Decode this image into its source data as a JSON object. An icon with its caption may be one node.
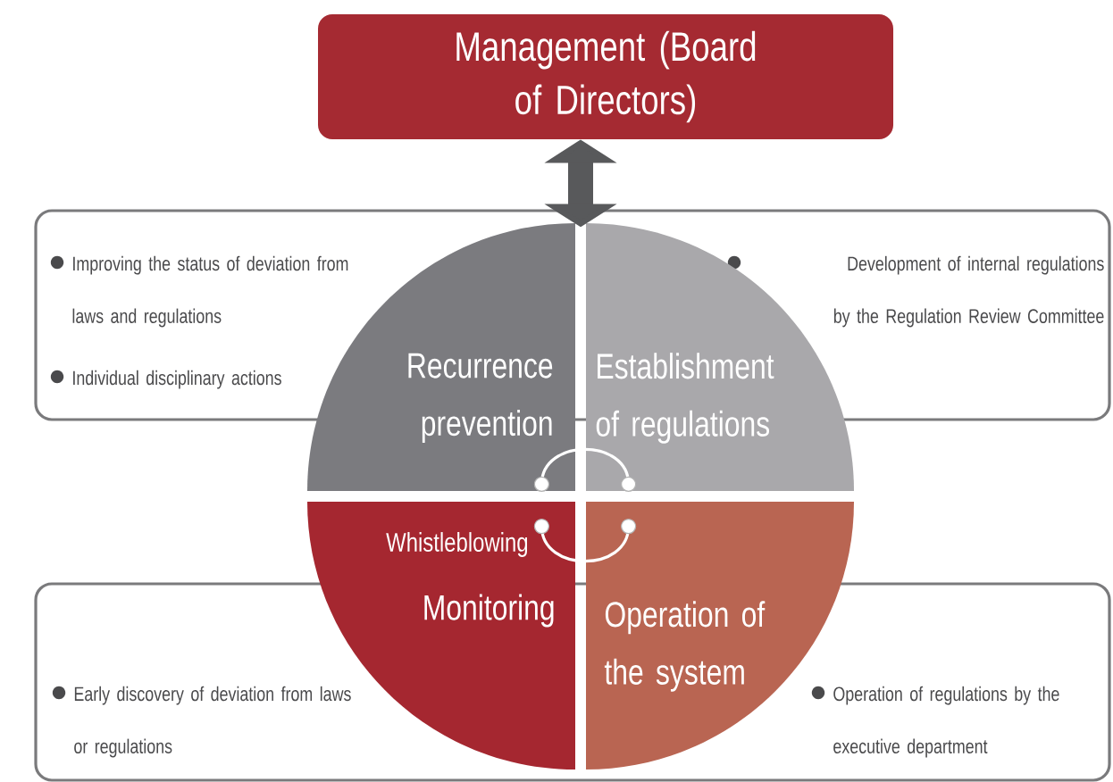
{
  "diagram": {
    "nodes": [
      {
        "text": [
          "Management (Board of Directors)"
        ]
      },
      {
        "text": [
          "Improving the status of deviation from laws and regulations",
          "Individual disciplinary actions",
          "Development of internal regulations by the Regulation Review Committee"
        ]
      },
      {
        "text": [
          "Early discovery of deviation from laws or regulations",
          "Operation of regulations by the executive department"
        ]
      },
      {
        "text": [
          "Recurrence prevention"
        ]
      },
      {
        "text": [
          "Establishment of regulations"
        ]
      },
      {
        "text": [
          "Whistleblowing",
          "Monitoring"
        ]
      },
      {
        "text": [
          "Operation of the system"
        ]
      }
    ],
    "edges": [
      {
        "from": 0,
        "to": 1,
        "arrow": "both",
        "style": "thick",
        "color": "#58595b"
      },
      {
        "from": 3,
        "to": 4,
        "arrow": "other"
      },
      {
        "from": 5,
        "to": 6,
        "arrow": "other"
      }
    ]
  }
}
